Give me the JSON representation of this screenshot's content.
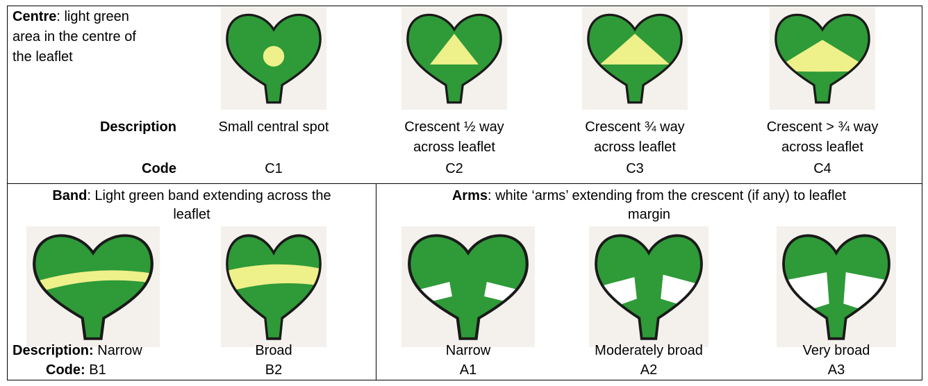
{
  "centre": {
    "label": "Centre",
    "text_line1": ": light green",
    "text_line2": "area in the centre of",
    "text_line3": "the leaflet",
    "row_desc_label": "Description",
    "row_code_label": "Code",
    "items": [
      {
        "desc1": "Small central spot",
        "desc2": "",
        "code": "C1"
      },
      {
        "desc1": "Crescent ½ way",
        "desc2": "across leaflet",
        "code": "C2"
      },
      {
        "desc1": "Crescent ¾ way",
        "desc2": "across leaflet",
        "code": "C3"
      },
      {
        "desc1": "Crescent > ¾ way",
        "desc2": "across leaflet",
        "code": "C4"
      }
    ]
  },
  "band": {
    "label": "Band",
    "text_line1": ": Light green band extending across the",
    "text_line2": "leaflet",
    "desc_label": "Description:",
    "code_label": "Code:",
    "items": [
      {
        "desc": "Narrow",
        "code": "B1"
      },
      {
        "desc": "Broad",
        "code": "B2"
      }
    ]
  },
  "arms": {
    "label": "Arms",
    "text_line1": ": white ‘arms’ extending from the crescent (if any) to leaflet",
    "text_line2": "margin",
    "items": [
      {
        "desc": "Narrow",
        "code": "A1"
      },
      {
        "desc": "Moderately broad",
        "code": "A2"
      },
      {
        "desc": "Very broad",
        "code": "A3"
      }
    ]
  },
  "colors": {
    "leaf_green": "#2e9a38",
    "light_green": "#eef08a",
    "white_arm": "#ffffff",
    "outline": "#1a1a1a",
    "paper": "#f4f1ec"
  }
}
